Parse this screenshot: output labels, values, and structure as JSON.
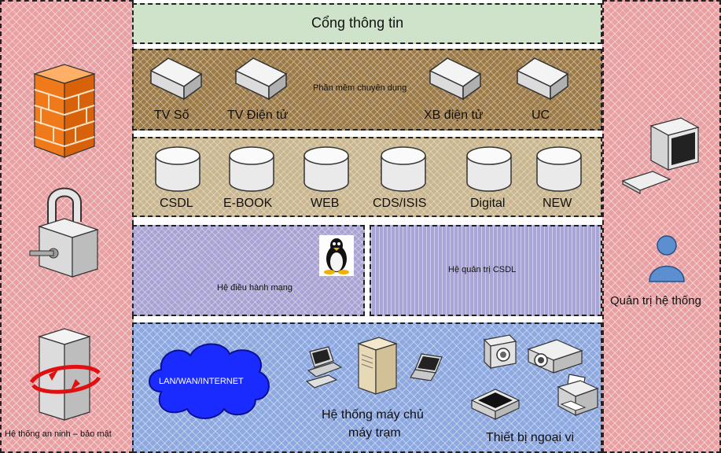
{
  "portal": {
    "title": "Cổng thông tin"
  },
  "apps": {
    "caption": "Phần mềm chuyên dụng",
    "items": [
      "TV Số",
      "TV Điện tử",
      "XB điện tử",
      "UC"
    ]
  },
  "databases": {
    "items": [
      "CSDL",
      "E-BOOK",
      "WEB",
      "CDS/ISIS",
      "Digital",
      "NEW"
    ]
  },
  "os": {
    "label": "Hệ điều hành mạng"
  },
  "dbms": {
    "label": "Hệ quản trị CSDL"
  },
  "network": {
    "cloud_label": "LAN/WAN/INTERNET",
    "servers_line1": "Hệ thống máy chủ",
    "servers_line2": "máy trạm",
    "peripherals": "Thiết bị ngoại vi"
  },
  "security": {
    "label": "Hệ thống an ninh – bảo mật"
  },
  "admin": {
    "label": "Quản trị hệ thống"
  },
  "colors": {
    "security_bg": "#e8a0a3",
    "portal_bg": "#cfe3cb",
    "apps_bg": "#9c7a47",
    "db_bg": "#c9b68f",
    "os_bg": "#a9a3d4",
    "network_bg": "#8ea8e0"
  }
}
